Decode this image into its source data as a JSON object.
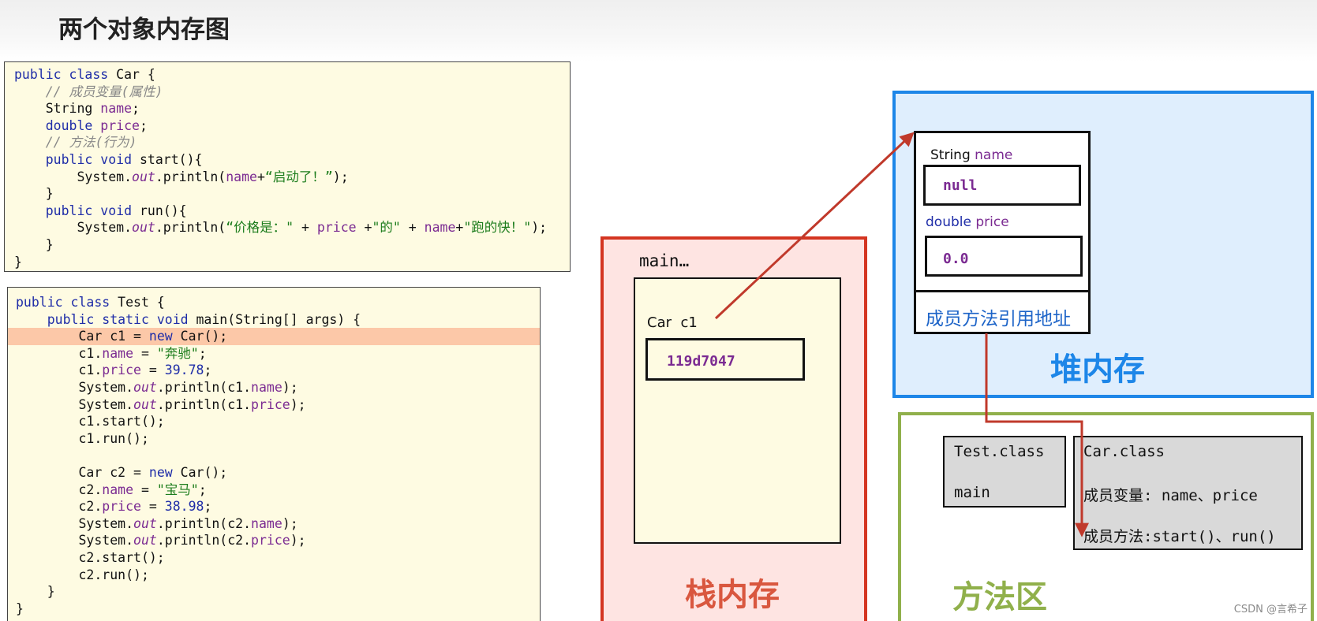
{
  "title": "两个对象内存图",
  "car_class_code": [
    "public class Car {",
    "    // 成员变量(属性)",
    "    String name;",
    "    double price;",
    "    // 方法(行为)",
    "    public void start(){",
    "        System.out.println(name+“启动了！”);",
    "    }",
    "    public void run(){",
    "        System.out.println(“价格是：\" + price +\"的\" + name+\"跑的快！\");",
    "    }",
    "}"
  ],
  "test_class_code": [
    "public class Test {",
    "    public static void main(String[] args) {",
    "        Car c1 = new Car();",
    "        c1.name = \"奔驰\";",
    "        c1.price = 39.78;",
    "        System.out.println(c1.name);",
    "        System.out.println(c1.price);",
    "        c1.start();",
    "        c1.run();",
    "",
    "        Car c2 = new Car();",
    "        c2.name = \"宝马\";",
    "        c2.price = 38.98;",
    "        System.out.println(c2.name);",
    "        System.out.println(c2.price);",
    "        c2.start();",
    "        c2.run();",
    "    }",
    "}"
  ],
  "highlighted_line": "        Car c1 = new Car();",
  "stack": {
    "frame_label": "main…",
    "var_type": "Car",
    "var_name": "c1",
    "var_value": "119d7047",
    "title": "栈内存"
  },
  "heap": {
    "field1_type": "String",
    "field1_name": "name",
    "field1_value": "null",
    "field2_type": "double",
    "field2_name": "price",
    "field2_value": "0.0",
    "methods_ref": "成员方法引用地址",
    "title": "堆内存"
  },
  "method_area": {
    "test_class_name": "Test.class",
    "test_method": "main",
    "car_class_name": "Car.class",
    "car_fields": "成员变量: name、price",
    "car_methods": "成员方法:start()、run()",
    "title": "方法区"
  },
  "watermark": "CSDN @言希子",
  "colors": {
    "stack_border": "#d43521",
    "stack_bg": "#fee4e2",
    "heap_border": "#1d86e8",
    "heap_bg": "#dfeefd",
    "method_border": "#90b04b",
    "arrow": "#c0392b",
    "code_bg": "#fefbe2",
    "highlight": "#fcc8a8"
  }
}
